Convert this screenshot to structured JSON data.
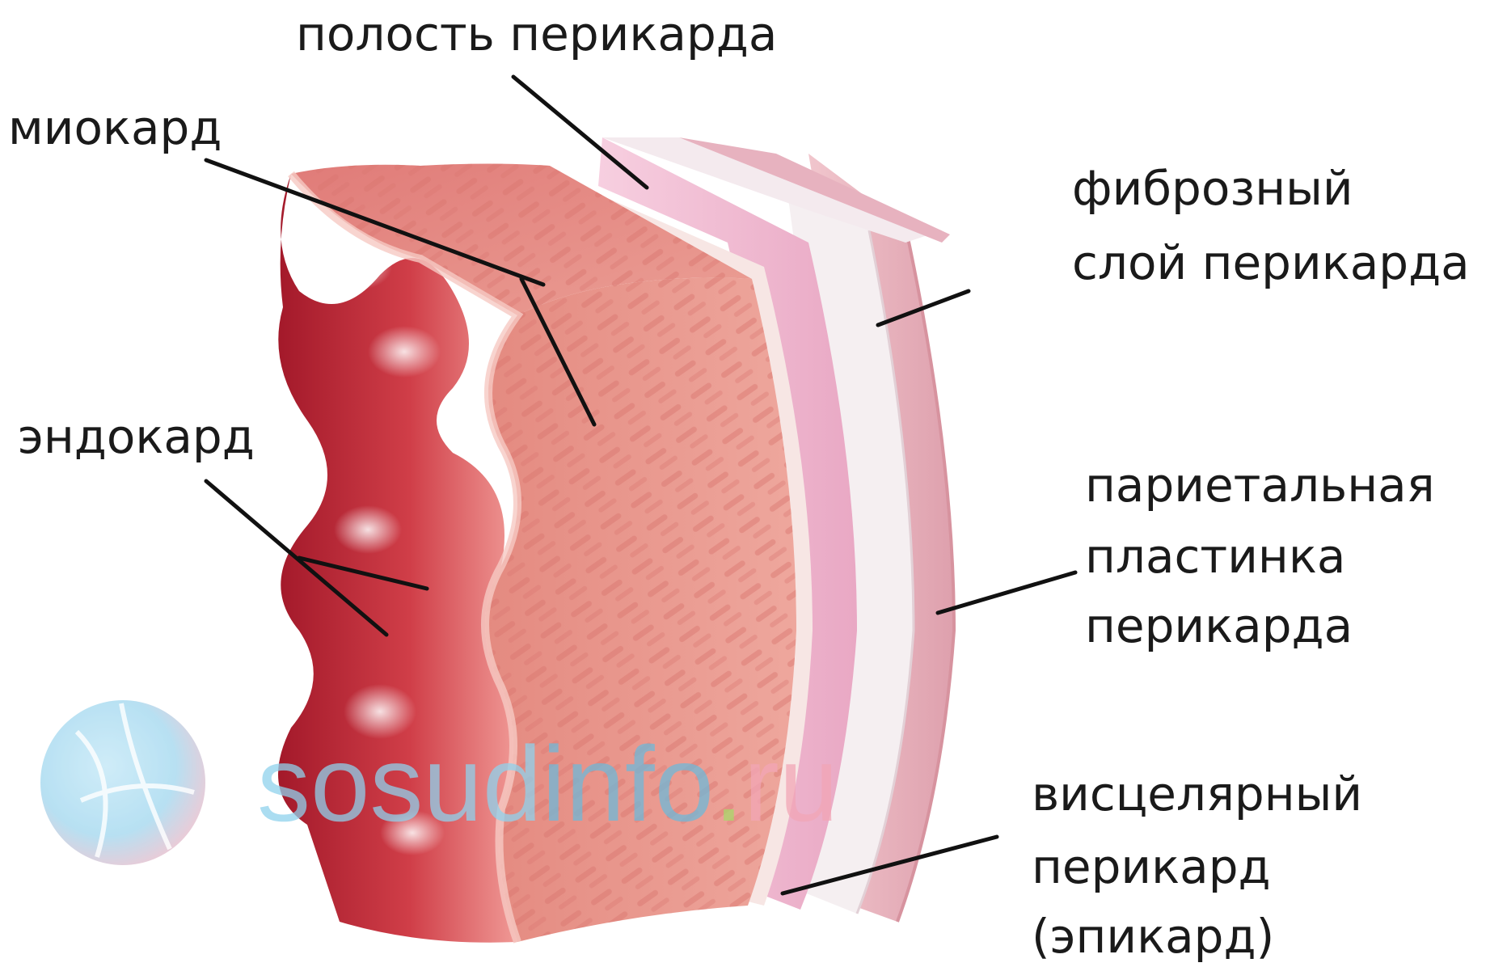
{
  "labels": {
    "pericardial_cavity": "полость перикарда",
    "myocardium": "миокард",
    "endocardium": "эндокард",
    "fibrous_layer": [
      "фиброзный",
      "слой перикарда"
    ],
    "parietal_layer": [
      "париетальная",
      "пластинка",
      "перикарда"
    ],
    "visceral_layer": [
      "висцелярный",
      "перикард",
      "(эпикард)"
    ]
  },
  "watermark": {
    "part1": "sosud",
    "part2": "info",
    "dot": ".",
    "part3": "ru"
  },
  "colors": {
    "muscle": "#e7958c",
    "endocardium": "#c8343c",
    "cavity": "#f0bcd0",
    "parietal": "#f4f0f0",
    "fibrous": "#e9b6c0",
    "label_text": "#1a1a1a",
    "leader_line": "#111111",
    "wm_blue": "#8fd2ec",
    "wm_dot": "#a8d96a",
    "wm_pink": "#f2a6b6"
  }
}
